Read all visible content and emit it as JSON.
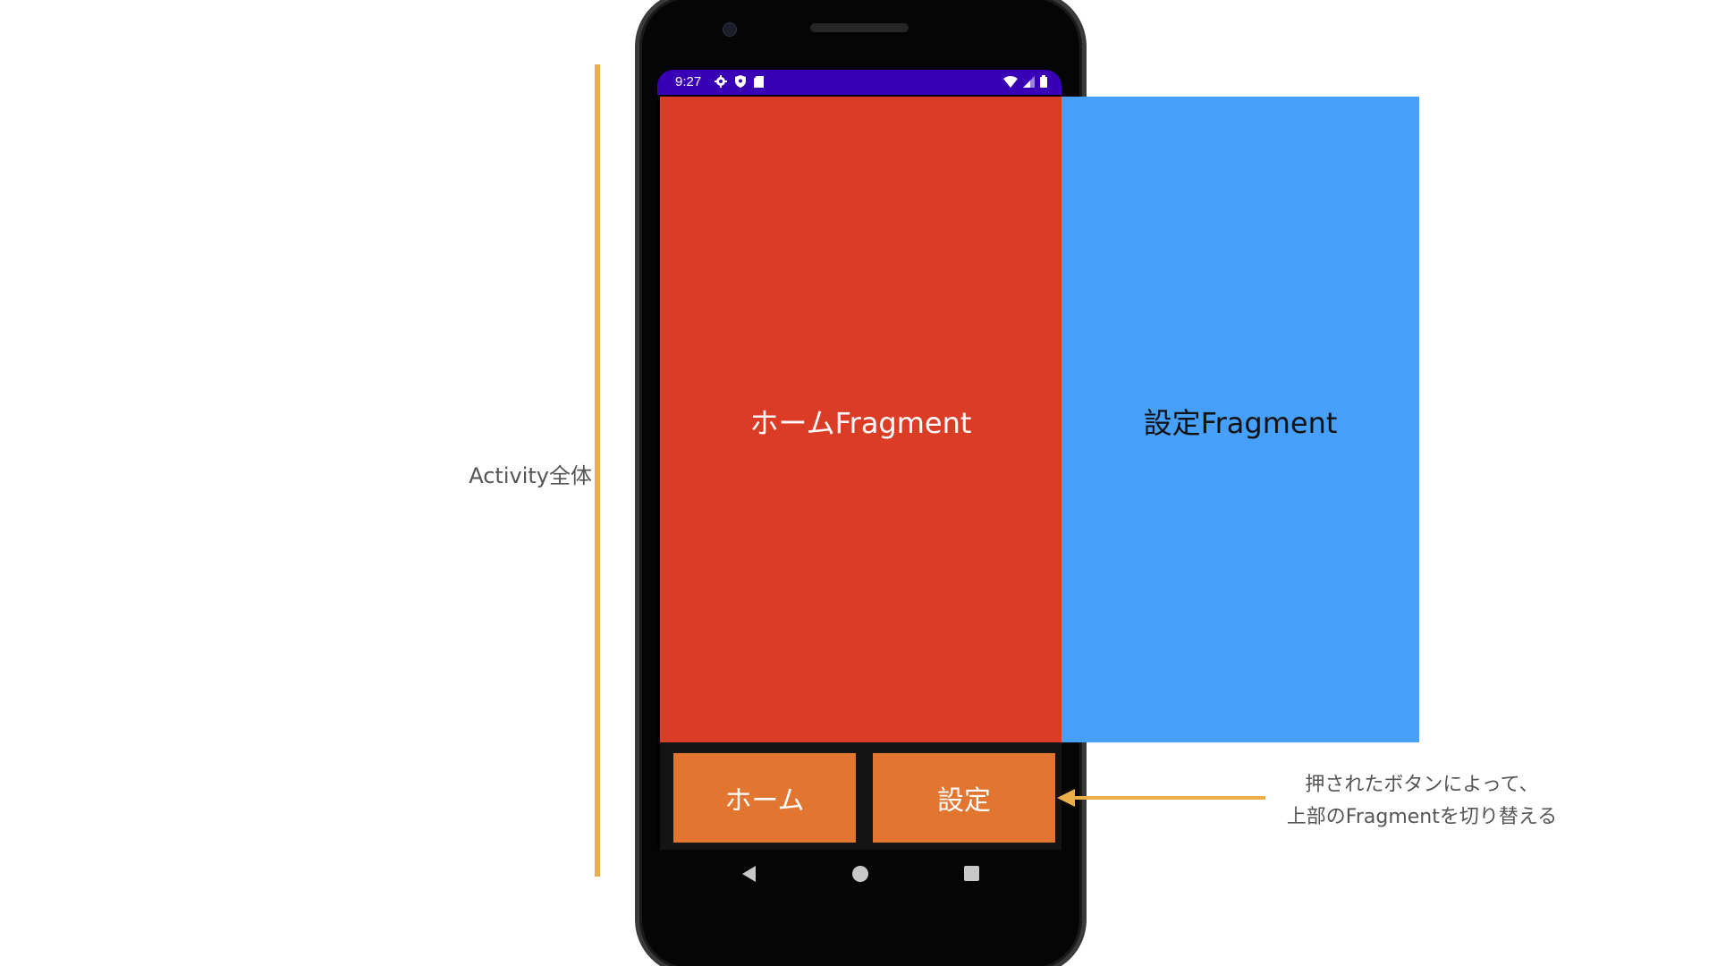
{
  "annotations": {
    "activity_label": "Activity全体",
    "note_line1": "押されたボタンによって、",
    "note_line2": "上部のFragmentを切り替える"
  },
  "status_bar": {
    "time": "9:27",
    "left_icons": [
      "gear-icon",
      "shield-icon",
      "sd-card-icon"
    ],
    "right_icons": [
      "wifi-icon",
      "signal-icon",
      "battery-icon"
    ]
  },
  "fragments": {
    "home_label": "ホームFragment",
    "settings_label": "設定Fragment"
  },
  "buttons": {
    "home_label": "ホーム",
    "settings_label": "設定"
  },
  "colors": {
    "status_bar": "#3a00b5",
    "home_fragment": "#db3c25",
    "settings_fragment": "#469ff9",
    "buttons": "#e27630",
    "annotation_accent": "#eaae4a"
  }
}
